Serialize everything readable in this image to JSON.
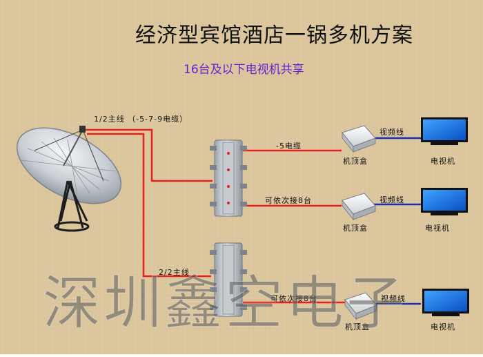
{
  "header": {
    "title": "经济型宾馆酒店一锅多机方案",
    "subtitle": "16台及以下电视机共享"
  },
  "labels": {
    "main_line_top": "1/2主线 （-5-7-9电缆）",
    "cable_minus5": "-5电缆",
    "connect_8_a": "可依次接8台",
    "main_line_bottom": "2/2主线",
    "connect_8_b": "可依次接8台",
    "video_line": "视频线",
    "set_top_box": "机顶盒",
    "tv": "电视机"
  },
  "watermark": "深圳鑫空电子",
  "colors": {
    "background": "#dcc69e",
    "coax_line": "#e8201c",
    "video_line": "#1a2fb8",
    "title_text": "#111111",
    "subtitle_text": "#6a1fd0"
  }
}
